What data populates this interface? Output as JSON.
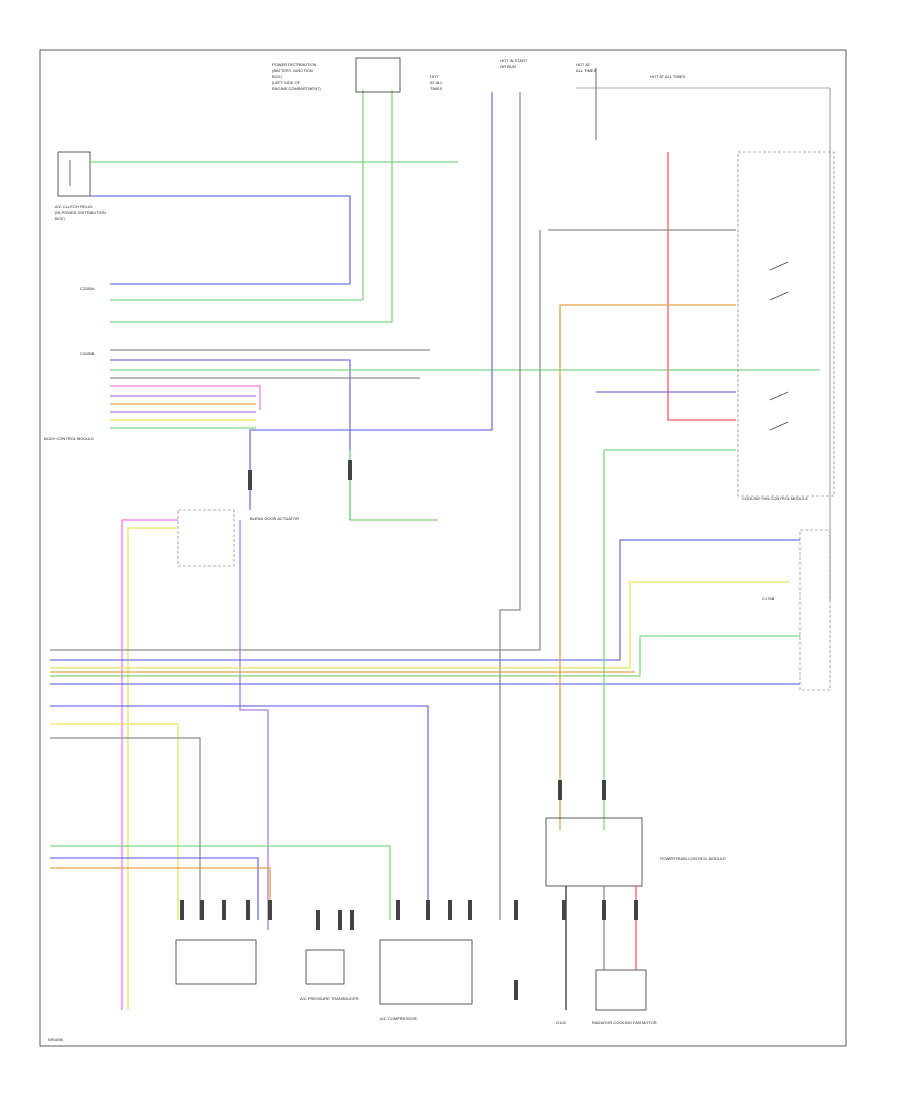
{
  "colors": {
    "green": "#7fd67f",
    "blue": "#6f73e6",
    "violet": "#b07ae6",
    "pink": "#f07ae0",
    "orange": "#e0a448",
    "yellow": "#e9e35a",
    "red": "#ef6060",
    "gray": "#8c8c8c",
    "black": "#333333"
  },
  "labels": {
    "footer": "W91896",
    "module_left": "BODY CONTROL MODULE",
    "blend_door": "BLEND DOOR ACTUATOR",
    "ac_pressure": "A/C PRESSURE TRANSDUCER",
    "ac_compressor": "A/C COMPRESSOR",
    "fan_control": "COOLING FAN CONTROL MODULE",
    "pcm": "POWERTRAIN CONTROL MODULE",
    "cooling_fan": "RADIATOR COOLING FAN MOTOR",
    "ground": "G103"
  }
}
